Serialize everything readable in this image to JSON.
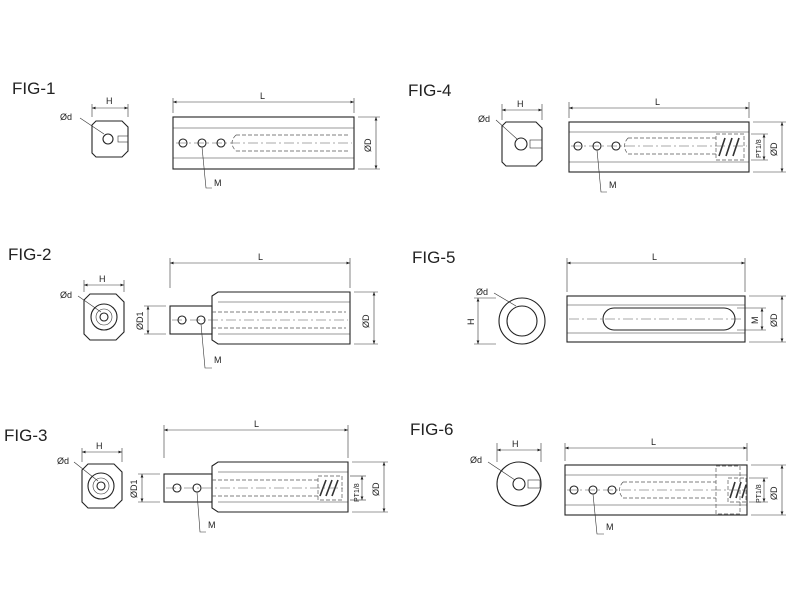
{
  "figures": [
    {
      "label": "FIG-1",
      "dims": {
        "d": "Ød",
        "h": "H",
        "l": "L",
        "D": "ØD",
        "m": "M"
      }
    },
    {
      "label": "FIG-2",
      "dims": {
        "d": "Ød",
        "h": "H",
        "l": "L",
        "D": "ØD",
        "d1": "ØD1",
        "m": "M"
      }
    },
    {
      "label": "FIG-3",
      "dims": {
        "d": "Ød",
        "h": "H",
        "l": "L",
        "D": "ØD",
        "d1": "ØD1",
        "pt": "PT1/8",
        "m": "M"
      }
    },
    {
      "label": "FIG-4",
      "dims": {
        "d": "Ød",
        "h": "H",
        "l": "L",
        "D": "ØD",
        "pt": "PT1/8",
        "m": "M"
      }
    },
    {
      "label": "FIG-5",
      "dims": {
        "d": "Ød",
        "h": "H",
        "l": "L",
        "D": "ØD",
        "m": "M"
      }
    },
    {
      "label": "FIG-6",
      "dims": {
        "d": "Ød",
        "h": "H",
        "l": "L",
        "D": "ØD",
        "pt": "PT1/8",
        "m": "M"
      }
    }
  ]
}
